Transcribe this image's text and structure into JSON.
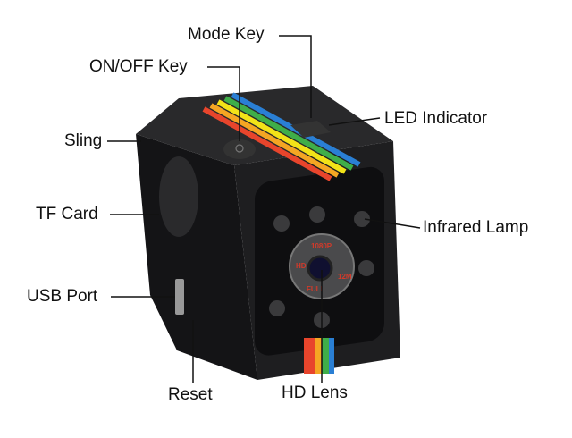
{
  "labels": {
    "mode_key": "Mode Key",
    "on_off_key": "ON/OFF Key",
    "led_indicator": "LED Indicator",
    "sling": "Sling",
    "tf_card": "TF Card",
    "infrared_lamp": "Infrared Lamp",
    "usb_port": "USB Port",
    "reset": "Reset",
    "hd_lens": "HD Lens"
  },
  "lens_ring_text": {
    "top": "1080P",
    "right": "12M",
    "bottom": "FULL",
    "left": "HD"
  },
  "colors": {
    "body": "#1c1c1e",
    "stripe": [
      "#e8452c",
      "#f5a623",
      "#f2e318",
      "#3fae49",
      "#2a7fd4"
    ]
  }
}
